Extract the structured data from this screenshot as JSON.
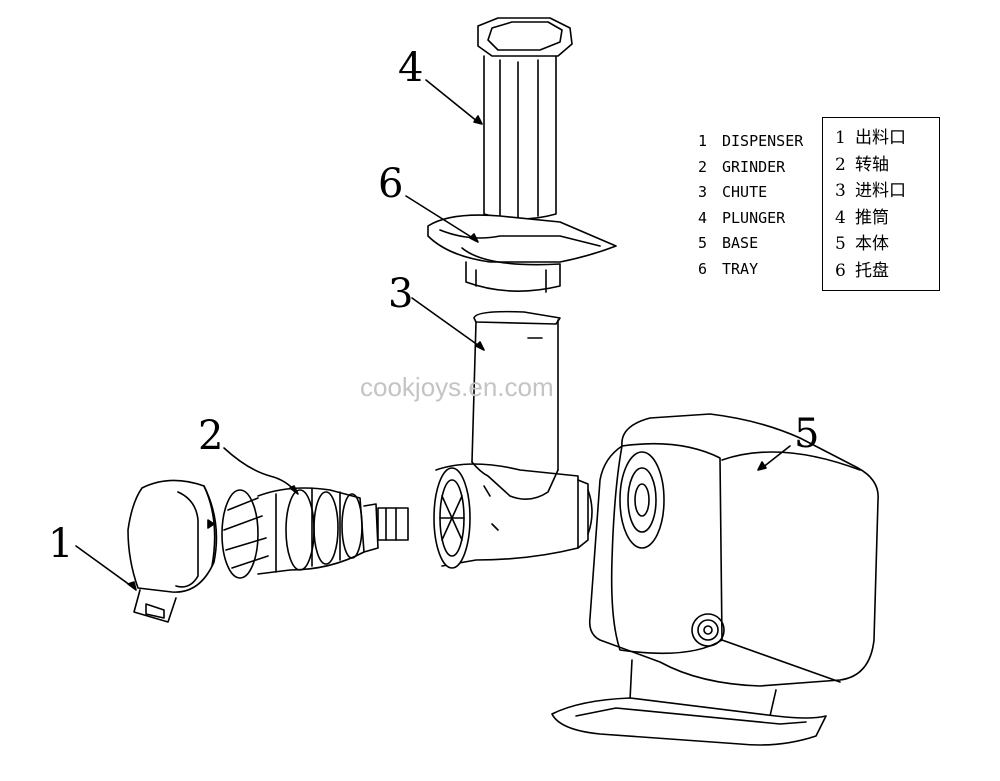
{
  "diagram": {
    "callouts": [
      "1",
      "2",
      "3",
      "4",
      "5",
      "6"
    ],
    "legend_en": [
      {
        "num": "1",
        "label": "DISPENSER"
      },
      {
        "num": "2",
        "label": "GRINDER"
      },
      {
        "num": "3",
        "label": "CHUTE"
      },
      {
        "num": "4",
        "label": "PLUNGER"
      },
      {
        "num": "5",
        "label": "BASE"
      },
      {
        "num": "6",
        "label": "TRAY"
      }
    ],
    "legend_zh": [
      {
        "num": "1",
        "label": "出料口"
      },
      {
        "num": "2",
        "label": "转轴"
      },
      {
        "num": "3",
        "label": "进料口"
      },
      {
        "num": "4",
        "label": "推筒"
      },
      {
        "num": "5",
        "label": "本体"
      },
      {
        "num": "6",
        "label": "托盘"
      }
    ],
    "watermark": "cookjoys.en.com"
  }
}
